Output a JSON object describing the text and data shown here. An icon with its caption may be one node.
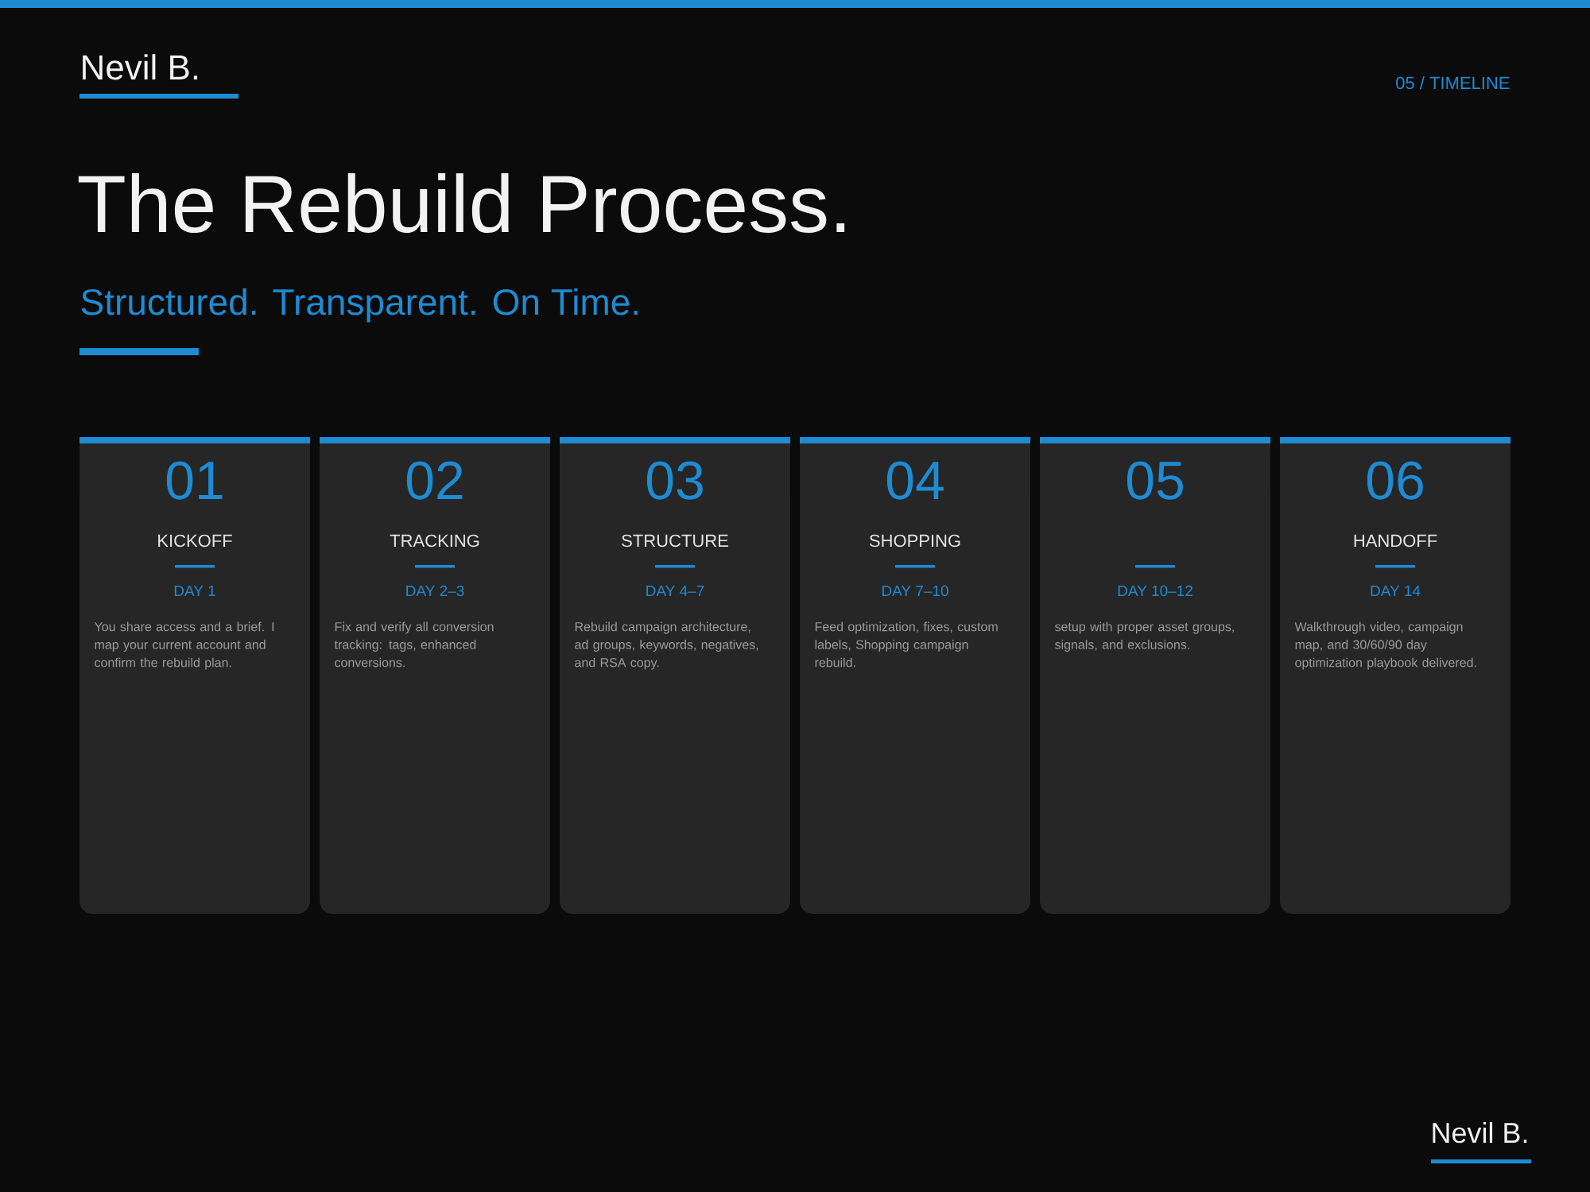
{
  "diagram": {
    "title": "The Rebuild Process.",
    "nodes": [
      {
        "text": [
          "01",
          "KICKOFF",
          "DAY 1",
          "You share access and a brief. I map your current account and confirm the rebuild plan."
        ]
      },
      {
        "text": [
          "02",
          "TRACKING",
          "DAY 2–3",
          "Fix and verify all conversion tracking: tags, enhanced conversions."
        ]
      },
      {
        "text": [
          "03",
          "STRUCTURE",
          "DAY 4–7",
          "Rebuild campaign architecture, ad groups, keywords, negatives, and RSA copy."
        ]
      },
      {
        "text": [
          "04",
          "SHOPPING",
          "DAY 7–10",
          "Feed optimization, fixes, custom labels, Shopping campaign rebuild."
        ]
      },
      {
        "text": [
          "05",
          "DAY 10–12",
          "setup with proper asset groups, signals, and exclusions."
        ]
      },
      {
        "text": [
          "06",
          "HANDOFF",
          "DAY 14",
          "Walkthrough video, campaign map, and 30/60/90 day optimization playbook delivered."
        ]
      }
    ],
    "labels": [
      "Nevil B.",
      "05 / TIMELINE",
      "Structured. Transparent. On Time.",
      "Nevil B."
    ]
  }
}
